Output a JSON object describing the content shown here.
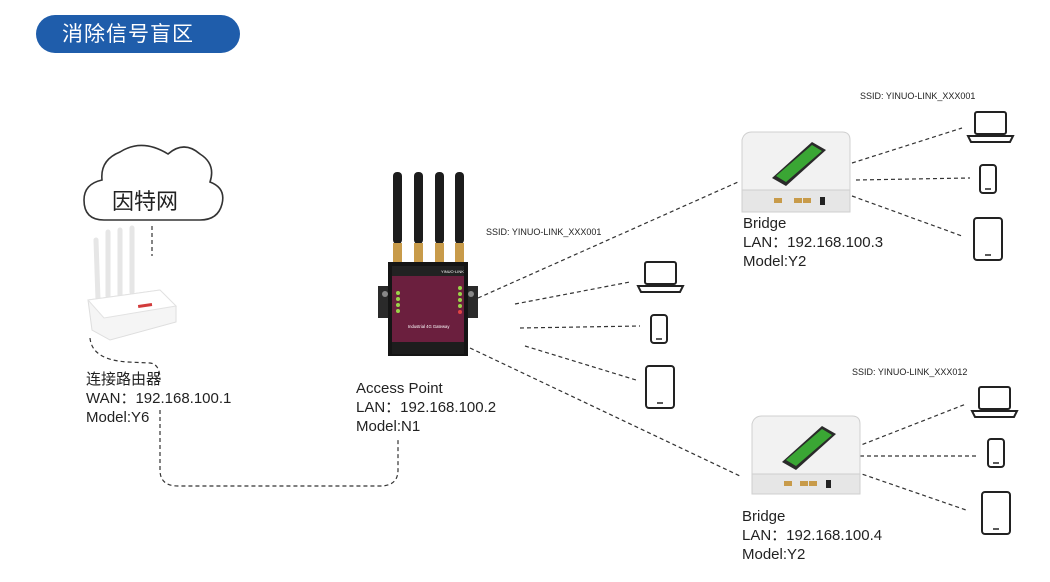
{
  "header": {
    "title": "消除信号盲区"
  },
  "cloud": {
    "label": "因特网"
  },
  "router": {
    "name": "连接路由器",
    "wan": "WAN：192.168.100.1",
    "model": "Model:Y6"
  },
  "access_point": {
    "name": "Access Point",
    "lan": "LAN：192.168.100.2",
    "model": "Model:N1",
    "ssid": "SSID: YINUO-LINK_XXX001",
    "panel_brand": "YINUO·LINK",
    "panel_text": "Industrial 4G Gateway"
  },
  "bridge_1": {
    "name": "Bridge",
    "lan": "LAN：192.168.100.3",
    "model": "Model:Y2",
    "ssid": "SSID: YINUO-LINK_XXX001"
  },
  "bridge_2": {
    "name": "Bridge",
    "lan": "LAN：192.168.100.4",
    "model": "Model:Y2",
    "ssid": "SSID: YINUO-LINK_XXX012"
  },
  "colors": {
    "accent": "#1f5dab",
    "gateway_panel": "#6b1f3e",
    "bridge_stripe": "#3aa634"
  }
}
